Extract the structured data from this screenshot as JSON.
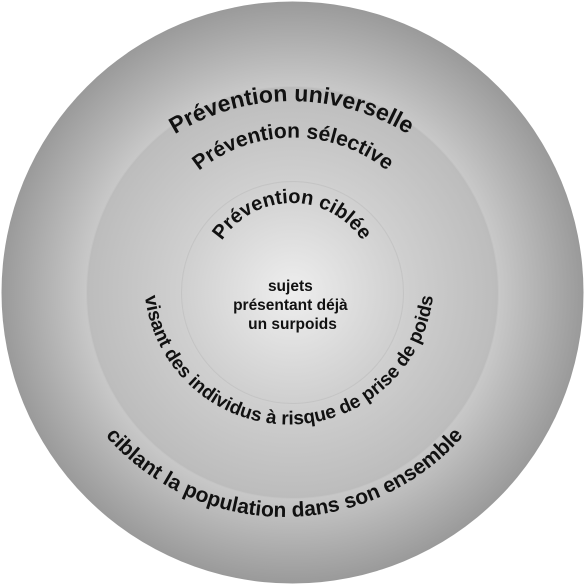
{
  "colors": {
    "outer_center": "#efefef",
    "outer_edge": "#9a9a9a",
    "middle_center": "#e7e7e7",
    "middle_edge": "#bcbcbc",
    "inner_center": "#eeeeee",
    "inner_edge": "#cfcfcf",
    "ring_stroke": "#c4c4c4",
    "text": "#111111"
  },
  "rings": {
    "universal": {
      "title": "Prévention universelle",
      "description": "ciblant la population dans son ensemble"
    },
    "selective": {
      "title": "Prévention sélective",
      "description": "visant des individus à risque de prise de poids"
    },
    "targeted": {
      "title": "Prévention ciblée",
      "description_lines": [
        "sujets",
        "présentant déjà",
        "un surpoids"
      ]
    }
  }
}
